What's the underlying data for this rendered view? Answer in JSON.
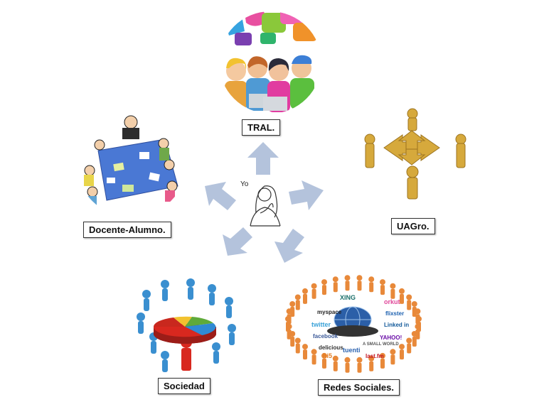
{
  "center": {
    "label": "Yo"
  },
  "nodes": {
    "top": {
      "label": "TRAL."
    },
    "left": {
      "label": "Docente-Alumno."
    },
    "right": {
      "label": "UAGro."
    },
    "bottom_left": {
      "label": "Sociedad"
    },
    "bottom_right": {
      "label": "Redes Sociales."
    }
  },
  "social_logos": [
    "XING",
    "myspace",
    "orkut",
    "flixster",
    "twitter",
    "Linked in",
    "facebook",
    "YAHOO!",
    "delicious",
    "tuenti",
    "A SMALL WORLD",
    "last.fm",
    "hi5"
  ],
  "colors": {
    "arrow": "#b4c3dc",
    "label_border": "#333333",
    "people_orange": "#e8893a",
    "people_blue": "#3a8fd0",
    "people_red": "#d8281f",
    "gold": "#d6a93c"
  }
}
